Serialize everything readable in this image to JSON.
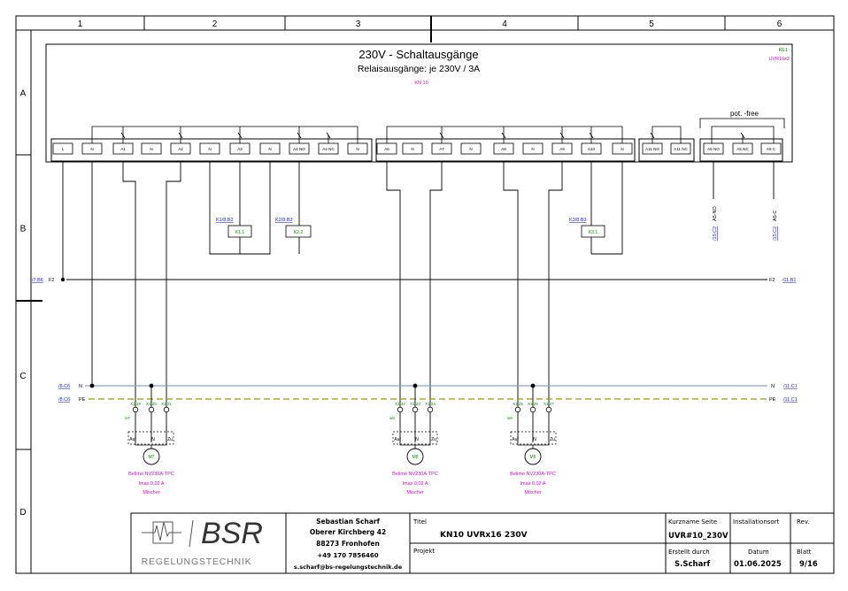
{
  "frame": {
    "columns": [
      "1",
      "2",
      "3",
      "4",
      "5",
      "6"
    ],
    "rows": [
      "A",
      "B",
      "C",
      "D"
    ]
  },
  "header": {
    "title": "230V - Schaltausgänge",
    "subtitle": "Relaisausgänge: je 230V / 3A",
    "module": "KN 10",
    "ref_top": "KE1",
    "ref_device": "UVR16x2",
    "potfree_label": "pot. -free"
  },
  "terminals": [
    "L",
    "N",
    "A1",
    "N",
    "A2",
    "N",
    "A3",
    "N",
    "A4 NO",
    "A4 NC",
    "N",
    "A6",
    "N",
    "A7",
    "N",
    "A8",
    "N",
    "A9",
    "A10",
    "N",
    "A11 NO",
    "A11 NC",
    "A5 NO",
    "A5 NC",
    "A5 C"
  ],
  "relays": [
    {
      "ref": "K1/8.B2",
      "name": "K1.1"
    },
    {
      "ref": "K2/8.B3",
      "name": "K2.2"
    },
    {
      "ref": "K3/8.B3",
      "name": "K3.1"
    }
  ],
  "potfree_wires": [
    {
      "ref": "/15.C2",
      "signal": "A5-NO"
    },
    {
      "ref": "/15.C2",
      "signal": "A5-C"
    }
  ],
  "rails": {
    "f2": {
      "left_ref": "/7.B6",
      "name": "F2",
      "right_ref": "/11.B1"
    },
    "n": {
      "left_ref": "/8.C6",
      "name": "N",
      "right_ref": "/11.C1"
    },
    "pe": {
      "left_ref": "/8.C6",
      "name": "PE",
      "right_ref": "/11.C1"
    }
  },
  "motors": [
    {
      "name": "M7",
      "wire": "w7",
      "terminals": [
        "X1:19",
        "X1:20",
        "X1:21"
      ],
      "pins": [
        "Auf",
        "N",
        "Zu"
      ],
      "model": "Belimo NV230A-TPC",
      "imax": "Imax 0,02 A",
      "type": "Mischer"
    },
    {
      "name": "M8",
      "wire": "w8",
      "terminals": [
        "X1:22",
        "X1:23",
        "X1:24"
      ],
      "pins": [
        "Auf",
        "N",
        "Zu"
      ],
      "model": "Belimo NV230A-TPC",
      "imax": "Imax 0,02 A",
      "type": "Mischer"
    },
    {
      "name": "M9",
      "wire": "w9",
      "terminals": [
        "X1:25",
        "X1:26",
        "X1:27"
      ],
      "pins": [
        "Auf",
        "N",
        "Zu"
      ],
      "model": "Belimo NV230A-TPC",
      "imax": "Imax 0,02 A",
      "type": "Mischer"
    }
  ],
  "title_block": {
    "logo_text": "BSR",
    "logo_sub": "REGELUNGSTECHNIK",
    "address": [
      "Sebastian Scharf",
      "Oberer Kirchberg 42",
      "88273 Fronhofen",
      "+49 170 7856460",
      "s.scharf@bs-regelungstechnik.de"
    ],
    "titel_label": "Titel",
    "titel": "KN10 UVRx16 230V",
    "projekt_label": "Projekt",
    "kurzname_label": "Kurzname Seite",
    "kurzname": "UVR#10_230V",
    "installationsort_label": "Installationsort",
    "rev_label": "Rev.",
    "erstellt_label": "Erstellt durch",
    "erstellt": "S.Scharf",
    "datum_label": "Datum",
    "datum": "01.06.2025",
    "blatt_label": "Blatt",
    "blatt": "9/16"
  },
  "colors": {
    "line": "#000000",
    "n_rail": "#7fa8d8",
    "pe_rail": "#9c9c00",
    "magenta": "#e000e0",
    "green": "#0a8a0a",
    "link": "#1a1aff"
  }
}
